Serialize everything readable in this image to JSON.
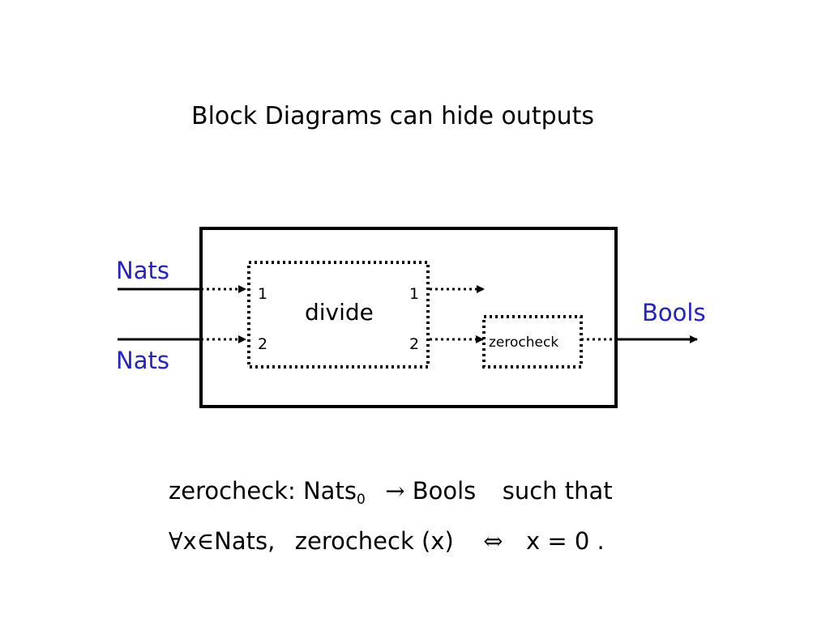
{
  "slide": {
    "title": "Block Diagrams can hide outputs"
  },
  "diagram": {
    "inputs": [
      "Nats",
      "Nats"
    ],
    "output": "Bools",
    "divide_block": {
      "label": "divide",
      "input_ports": [
        "1",
        "2"
      ],
      "output_ports": [
        "1",
        "2"
      ]
    },
    "zerocheck_block": {
      "label": "zerocheck"
    },
    "colors": {
      "type_label": "#2222cc",
      "lines": "#000000"
    }
  },
  "caption": {
    "line1": {
      "prefix": "zerocheck: Nats",
      "subscript": "0",
      "arrow": "→",
      "type": "Bools",
      "suffix": "such that"
    },
    "line2": {
      "forall": "∀",
      "var": "x",
      "elem": "∈",
      "set": "Nats,",
      "expr": "zerocheck (x)",
      "iff": "⇔",
      "result": "x = 0 ."
    }
  }
}
